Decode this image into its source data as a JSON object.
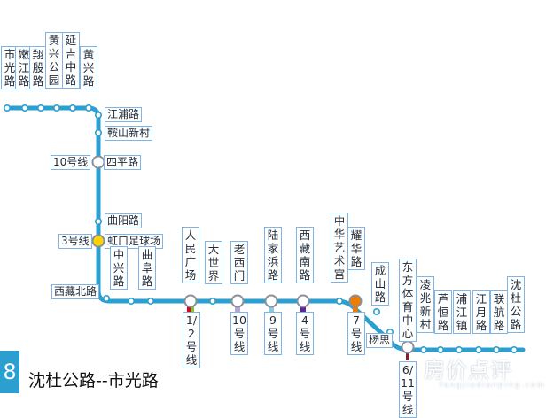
{
  "colors": {
    "line8": "#2a9fd0",
    "badge": "#2a9fd0",
    "label_border": "#7fb4e6",
    "line10": "#b7a6d8",
    "line3": "#ffd500",
    "line1": "#e3002b",
    "line2": "#8cc220",
    "line4": "#5f259f",
    "line7": "#ef7c00",
    "line11": "#7c2230"
  },
  "route": {
    "number": "8",
    "title": "沈杜公路--市光路"
  },
  "watermark": {
    "text": "房价点评",
    "sub": "fangjiadianping.com"
  },
  "stations": [
    {
      "name": "市光路",
      "kind": "normal"
    },
    {
      "name": "嫩江路",
      "kind": "normal"
    },
    {
      "name": "翔殷路",
      "kind": "normal"
    },
    {
      "name": "黄兴公园",
      "kind": "normal"
    },
    {
      "name": "延吉中路",
      "kind": "normal"
    },
    {
      "name": "黄兴路",
      "kind": "normal"
    },
    {
      "name": "江浦路",
      "kind": "normal"
    },
    {
      "name": "鞍山新村",
      "kind": "normal"
    },
    {
      "name": "四平路",
      "kind": "interchange",
      "transfer": "10号线"
    },
    {
      "name": "曲阳路",
      "kind": "normal"
    },
    {
      "name": "虹口足球场",
      "kind": "interchange",
      "transfer": "3号线"
    },
    {
      "name": "西藏北路",
      "kind": "normal"
    },
    {
      "name": "中兴路",
      "kind": "normal"
    },
    {
      "name": "曲阜路",
      "kind": "normal"
    },
    {
      "name": "人民广场",
      "kind": "interchange",
      "transfer": "1/2号线"
    },
    {
      "name": "大世界",
      "kind": "normal"
    },
    {
      "name": "老西门",
      "kind": "interchange",
      "transfer": "10号线"
    },
    {
      "name": "陆家浜路",
      "kind": "interchange",
      "transfer": "9号线"
    },
    {
      "name": "西藏南路",
      "kind": "interchange",
      "transfer": "4号线"
    },
    {
      "name": "中华艺术宫",
      "kind": "normal"
    },
    {
      "name": "耀华路",
      "kind": "interchange",
      "transfer": "7号线"
    },
    {
      "name": "成山路",
      "kind": "normal"
    },
    {
      "name": "杨思",
      "kind": "normal"
    },
    {
      "name": "东方体育中心",
      "kind": "interchange",
      "transfer": "6/11号线"
    },
    {
      "name": "凌兆新村",
      "kind": "normal"
    },
    {
      "name": "芦恒路",
      "kind": "normal"
    },
    {
      "name": "浦江镇",
      "kind": "normal"
    },
    {
      "name": "江月路",
      "kind": "normal"
    },
    {
      "name": "联航路",
      "kind": "normal"
    },
    {
      "name": "沈杜公路",
      "kind": "normal"
    }
  ]
}
